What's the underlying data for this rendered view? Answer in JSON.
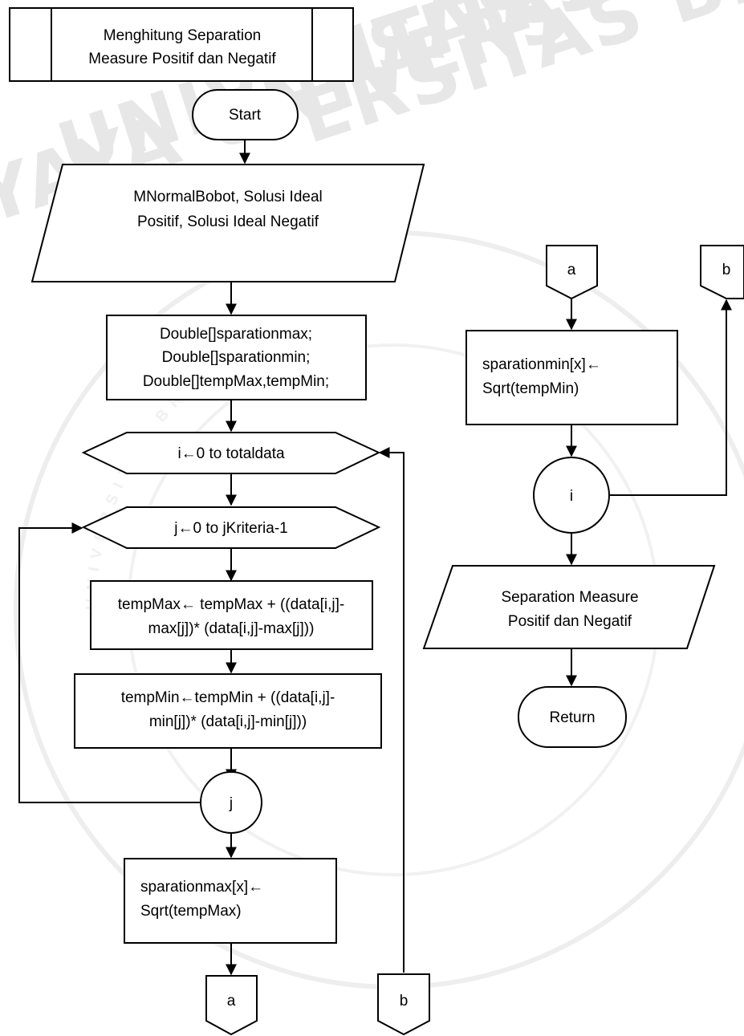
{
  "watermark": {
    "rows": [
      "ITAS BRAW",
      "ERSITAS BRAW",
      "UNIVERSITAS B",
      "YAYA UNIVERS"
    ],
    "arc": "UNIVERSITAS BRAWIJAYA"
  },
  "predefined_process": [
    "Menghitung Separation",
    "Measure Positif dan Negatif"
  ],
  "start": "Start",
  "input_data": [
    "MNormalBobot, Solusi Ideal",
    "Positif, Solusi Ideal Negatif"
  ],
  "declarations": [
    "Double[]sparationmax;",
    "Double[]sparationmin;",
    "Double[]tempMax,tempMin;"
  ],
  "loop_i": "i←0 to totaldata",
  "loop_j": "j←0 to jKriteria-1",
  "calc_tempmax": [
    "tempMax← tempMax + ((data[i,j]-",
    "max[j])* (data[i,j]-max[j]))"
  ],
  "calc_tempmin": [
    "tempMin←tempMin + ((data[i,j]-",
    "min[j])* (data[i,j]-min[j]))"
  ],
  "connector_j": "j",
  "calc_sparationmax": [
    "sparationmax[x]←",
    "Sqrt(tempMax)"
  ],
  "offpage_a_bottom": "a",
  "offpage_b_bottom": "b",
  "offpage_a_top": "a",
  "offpage_b_top": "b",
  "calc_sparationmin": [
    "sparationmin[x]←",
    "Sqrt(tempMin)"
  ],
  "connector_i": "i",
  "output_data": [
    "Separation Measure",
    "Positif dan Negatif"
  ],
  "return": "Return"
}
